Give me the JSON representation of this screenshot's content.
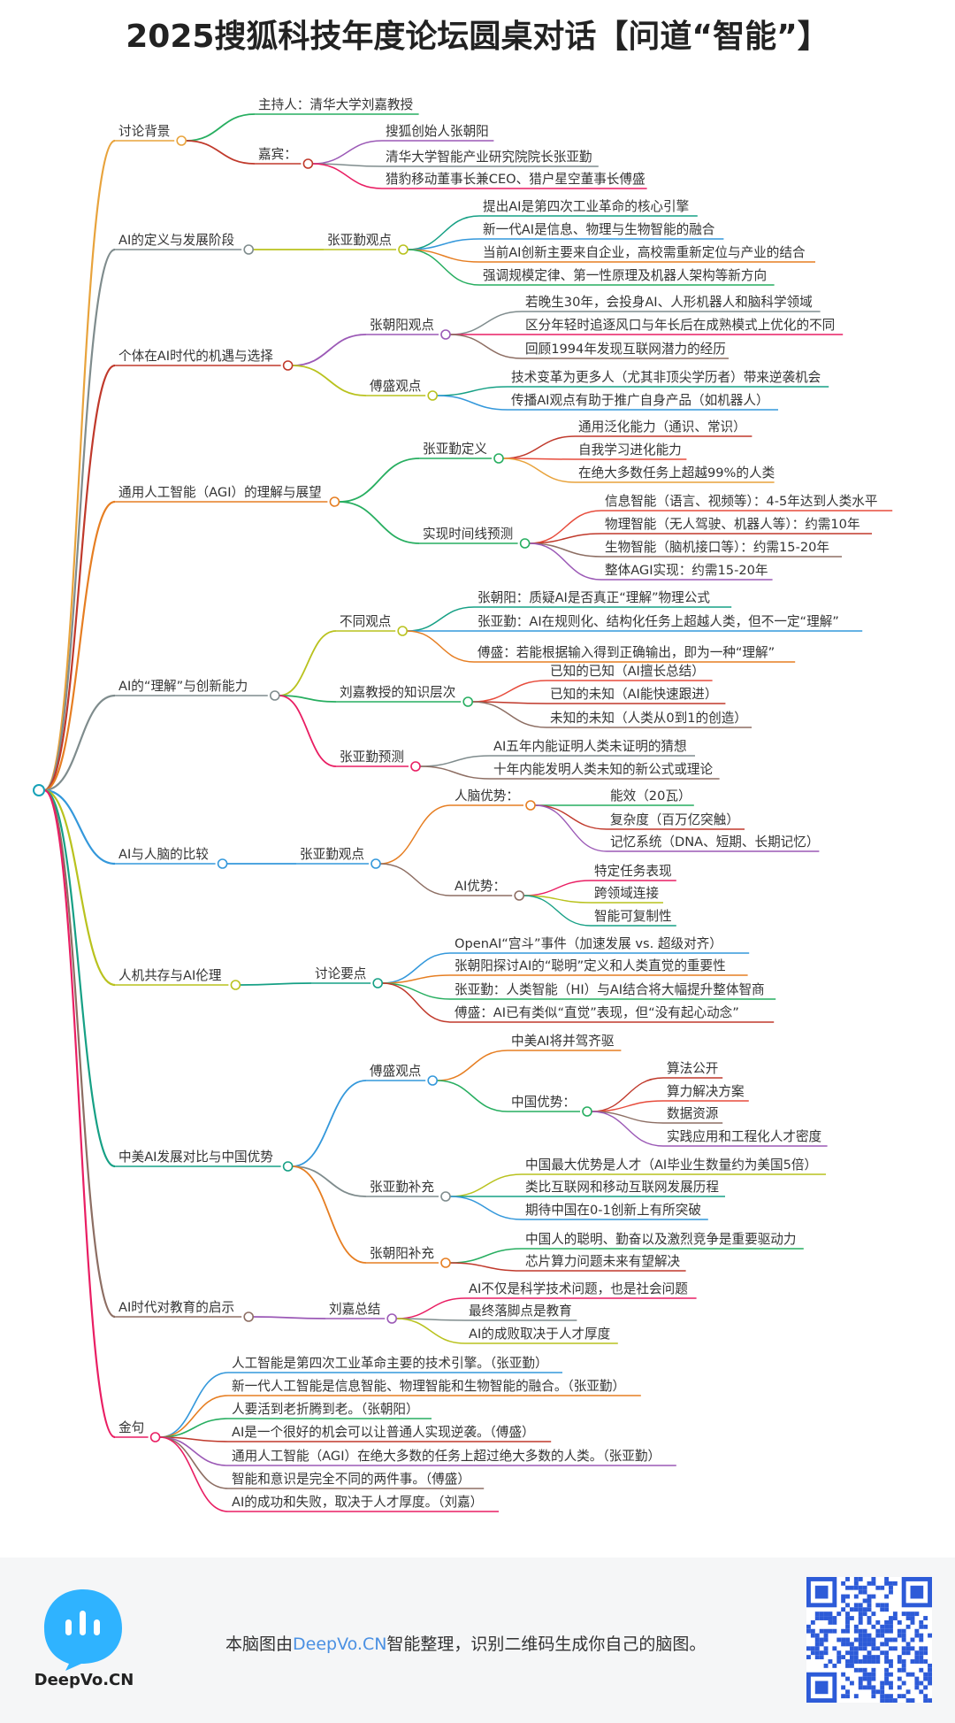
{
  "title": "2025搜狐科技年度论坛圆桌对话【问道“智能”】",
  "palette": [
    "#e67e22",
    "#7f8c8d",
    "#c0392b",
    "#e8a33c",
    "#9b59b6",
    "#3498db",
    "#b9c21e",
    "#e74c3c",
    "#27ae60",
    "#16a085"
  ],
  "mindmap": {
    "root": {
      "color": "#17a2b8"
    },
    "branches": [
      {
        "label": "讨论背景",
        "color": "#e8a33c",
        "children": [
          {
            "label": "主持人：清华大学刘嘉教授",
            "color": "#27ae60"
          },
          {
            "label": "嘉宾：",
            "color": "#c0392b",
            "children": [
              {
                "label": "搜狐创始人张朝阳",
                "color": "#9b59b6"
              },
              {
                "label": "清华大学智能产业研究院院长张亚勤",
                "color": "#7f8c8d"
              },
              {
                "label": "猎豹移动董事长兼CEO、猎户星空董事长傅盛",
                "color": "#e91e63"
              }
            ]
          }
        ]
      },
      {
        "label": "AI的定义与发展阶段",
        "color": "#7f8c8d",
        "children": [
          {
            "label": "张亚勤观点",
            "color": "#b9c21e",
            "children": [
              {
                "label": "提出AI是第四次工业革命的核心引擎",
                "color": "#16a085"
              },
              {
                "label": "新一代AI是信息、物理与生物智能的融合",
                "color": "#3498db"
              },
              {
                "label": "当前AI创新主要来自企业，高校需重新定位与产业的结合",
                "color": "#e67e22"
              },
              {
                "label": "强调规模定律、第一性原理及机器人架构等新方向",
                "color": "#27ae60"
              }
            ]
          }
        ]
      },
      {
        "label": "个体在AI时代的机遇与选择",
        "color": "#c0392b",
        "children": [
          {
            "label": "张朝阳观点",
            "color": "#9b59b6",
            "children": [
              {
                "label": "若晚生30年，会投身AI、人形机器人和脑科学领域",
                "color": "#7f8c8d"
              },
              {
                "label": "区分年轻时追逐风口与年长后在成熟模式上优化的不同",
                "color": "#e91e63"
              },
              {
                "label": "回顾1994年发现互联网潜力的经历",
                "color": "#8d6e63"
              }
            ]
          },
          {
            "label": "傅盛观点",
            "color": "#b9c21e",
            "children": [
              {
                "label": "技术变革为更多人（尤其非顶尖学历者）带来逆袭机会",
                "color": "#16a085"
              },
              {
                "label": "传播AI观点有助于推广自身产品（如机器人）",
                "color": "#3498db"
              }
            ]
          }
        ]
      },
      {
        "label": "通用人工智能（AGI）的理解与展望",
        "color": "#e67e22",
        "children": [
          {
            "label": "张亚勤定义",
            "color": "#27ae60",
            "children": [
              {
                "label": "通用泛化能力（通识、常识）",
                "color": "#c0392b"
              },
              {
                "label": "自我学习进化能力",
                "color": "#e74c3c"
              },
              {
                "label": "在绝大多数任务上超越99%的人类",
                "color": "#e8a33c"
              }
            ]
          },
          {
            "label": "实现时间线预测",
            "color": "#27ae60",
            "children": [
              {
                "label": "信息智能（语言、视频等）：4-5年达到人类水平",
                "color": "#e74c3c"
              },
              {
                "label": "物理智能（无人驾驶、机器人等）：约需10年",
                "color": "#c0392b"
              },
              {
                "label": "生物智能（脑机接口等）：约需15-20年",
                "color": "#8d6e63"
              },
              {
                "label": "整体AGI实现：约需15-20年",
                "color": "#9b59b6"
              }
            ]
          }
        ]
      },
      {
        "label": "AI的“理解”与创新能力",
        "color": "#7f8c8d",
        "children": [
          {
            "label": "不同观点",
            "color": "#b9c21e",
            "children": [
              {
                "label": "张朝阳：质疑AI是否真正“理解”物理公式",
                "color": "#16a085"
              },
              {
                "label": "张亚勤：AI在规则化、结构化任务上超越人类，但不一定“理解”",
                "color": "#3498db"
              },
              {
                "label": "傅盛：若能根据输入得到正确输出，即为一种“理解”",
                "color": "#e67e22"
              }
            ]
          },
          {
            "label": "刘嘉教授的知识层次",
            "color": "#27ae60",
            "children": [
              {
                "label": "已知的已知（AI擅长总结）",
                "color": "#e74c3c"
              },
              {
                "label": "已知的未知（AI能快速跟进）",
                "color": "#c0392b"
              },
              {
                "label": "未知的未知（人类从0到1的创造）",
                "color": "#8d6e63"
              }
            ]
          },
          {
            "label": "张亚勤预测",
            "color": "#e91e63",
            "children": [
              {
                "label": "AI五年内能证明人类未证明的猜想",
                "color": "#7f8c8d"
              },
              {
                "label": "十年内能发明人类未知的新公式或理论",
                "color": "#8d6e63"
              }
            ]
          }
        ]
      },
      {
        "label": "AI与人脑的比较",
        "color": "#3498db",
        "children": [
          {
            "label": "张亚勤观点",
            "color": "#3498db",
            "children": [
              {
                "label": "人脑优势：",
                "color": "#e67e22",
                "children": [
                  {
                    "label": "能效（20瓦）",
                    "color": "#27ae60"
                  },
                  {
                    "label": "复杂度（百万亿突触）",
                    "color": "#c0392b"
                  },
                  {
                    "label": "记忆系统（DNA、短期、长期记忆）",
                    "color": "#9b59b6"
                  }
                ]
              },
              {
                "label": "AI优势：",
                "color": "#8d6e63",
                "children": [
                  {
                    "label": "特定任务表现",
                    "color": "#e91e63"
                  },
                  {
                    "label": "跨领域连接",
                    "color": "#b9c21e"
                  },
                  {
                    "label": "智能可复制性",
                    "color": "#16a085"
                  }
                ]
              }
            ]
          }
        ]
      },
      {
        "label": "人机共存与AI伦理",
        "color": "#b9c21e",
        "children": [
          {
            "label": "讨论要点",
            "color": "#16a085",
            "children": [
              {
                "label": "OpenAI“宫斗”事件（加速发展 vs. 超级对齐）",
                "color": "#3498db"
              },
              {
                "label": "张朝阳探讨AI的“聪明”定义和人类直觉的重要性",
                "color": "#e67e22"
              },
              {
                "label": "张亚勤：人类智能（HI）与AI结合将大幅提升整体智商",
                "color": "#27ae60"
              },
              {
                "label": "傅盛：AI已有类似“直觉”表现，但“没有起心动念”",
                "color": "#c0392b"
              }
            ]
          }
        ]
      },
      {
        "label": "中美AI发展对比与中国优势",
        "color": "#16a085",
        "children": [
          {
            "label": "傅盛观点",
            "color": "#3498db",
            "children": [
              {
                "label": "中美AI将并驾齐驱",
                "color": "#e67e22"
              },
              {
                "label": "中国优势：",
                "color": "#27ae60",
                "children": [
                  {
                    "label": "算法公开",
                    "color": "#c0392b"
                  },
                  {
                    "label": "算力解决方案",
                    "color": "#e74c3c"
                  },
                  {
                    "label": "数据资源",
                    "color": "#8d6e63"
                  },
                  {
                    "label": "实践应用和工程化人才密度",
                    "color": "#9b59b6"
                  }
                ]
              }
            ]
          },
          {
            "label": "张亚勤补充",
            "color": "#7f8c8d",
            "children": [
              {
                "label": "中国最大优势是人才（AI毕业生数量约为美国5倍）",
                "color": "#b9c21e"
              },
              {
                "label": "类比互联网和移动互联网发展历程",
                "color": "#16a085"
              },
              {
                "label": "期待中国在0-1创新上有所突破",
                "color": "#3498db"
              }
            ]
          },
          {
            "label": "张朝阳补充",
            "color": "#e67e22",
            "children": [
              {
                "label": "中国人的聪明、勤奋以及激烈竞争是重要驱动力",
                "color": "#27ae60"
              },
              {
                "label": "芯片算力问题未来有望解决",
                "color": "#c0392b"
              }
            ]
          }
        ]
      },
      {
        "label": "AI时代对教育的启示",
        "color": "#8d6e63",
        "children": [
          {
            "label": "刘嘉总结",
            "color": "#9b59b6",
            "children": [
              {
                "label": "AI不仅是科学技术问题，也是社会问题",
                "color": "#e91e63"
              },
              {
                "label": "最终落脚点是教育",
                "color": "#7f8c8d"
              },
              {
                "label": "AI的成败取决于人才厚度",
                "color": "#b9c21e"
              }
            ]
          }
        ]
      },
      {
        "label": "金句",
        "color": "#e91e63",
        "children": [
          {
            "label": "人工智能是第四次工业革命主要的技术引擎。（张亚勤）",
            "color": "#3498db"
          },
          {
            "label": "新一代人工智能是信息智能、物理智能和生物智能的融合。（张亚勤）",
            "color": "#e67e22"
          },
          {
            "label": "人要活到老折腾到老。（张朝阳）",
            "color": "#27ae60"
          },
          {
            "label": "AI是一个很好的机会可以让普通人实现逆袭。（傅盛）",
            "color": "#c0392b"
          },
          {
            "label": "通用人工智能（AGI）在绝大多数的任务上超过绝大多数的人类。（张亚勤）",
            "color": "#9b59b6"
          },
          {
            "label": "智能和意识是完全不同的两件事。（傅盛）",
            "color": "#8d6e63"
          },
          {
            "label": "AI的成功和失败，取决于人才厚度。（刘嘉）",
            "color": "#e91e63"
          }
        ]
      }
    ]
  },
  "footer": {
    "text_before": "本脑图由",
    "text_link": "DeepVo.CN",
    "text_after": "智能整理，识别二维码生成你自己的脑图。",
    "brand": "DeepVo.CN",
    "logo_color": "#2fb3ff",
    "qr_color": "#2d5bd8"
  }
}
